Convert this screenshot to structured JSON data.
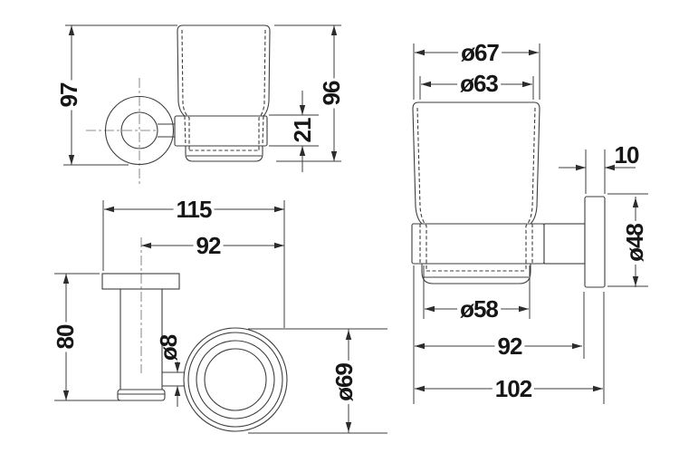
{
  "drawing": {
    "type": "technical-dimension-drawing",
    "subject": "wall-mounted glass tumbler holder, three orthographic views",
    "colors": {
      "line": "#3d3d3d",
      "text": "#161616",
      "background": "#ffffff"
    },
    "labels": {
      "side_overall_height": "97",
      "side_tumbler_height": "96",
      "side_ring_band_height": "21",
      "top_overall_depth": "115",
      "top_ring_depth": "92",
      "top_body_length": "80",
      "top_arm_diameter": "ø8",
      "top_ring_outer_diameter": "ø69",
      "front_rim_outer_diameter": "ø67",
      "front_rim_inner_diameter": "ø63",
      "front_plate_thickness": "10",
      "front_plate_diameter": "ø48",
      "front_base_diameter": "ø58",
      "front_depth_to_plate": "92",
      "front_overall_depth": "102"
    }
  }
}
